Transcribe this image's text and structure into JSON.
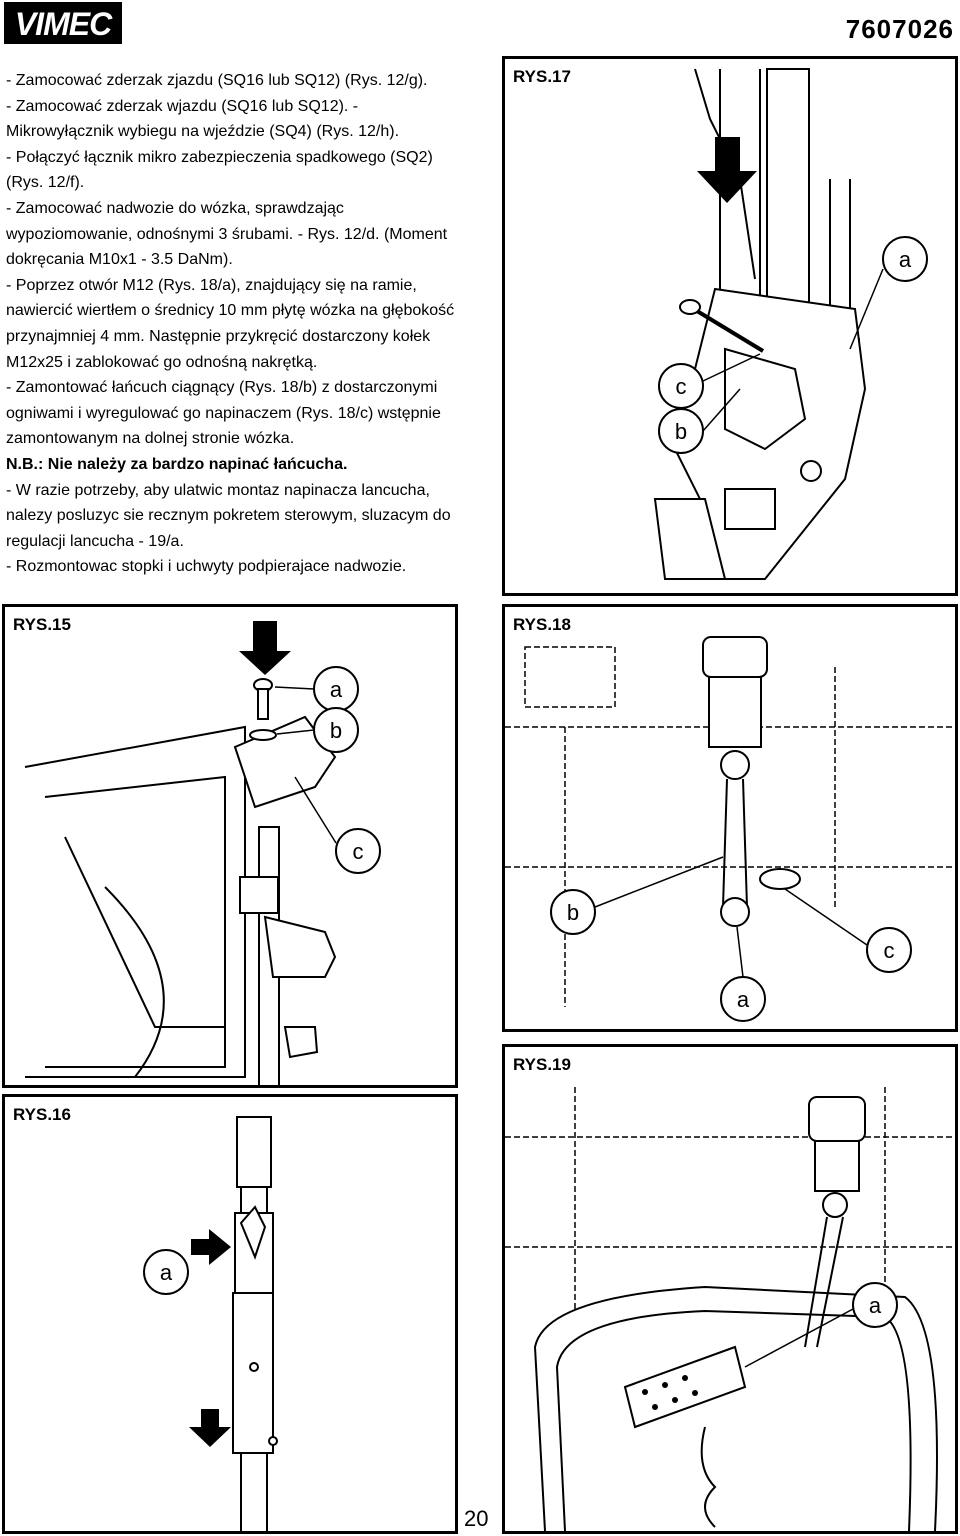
{
  "header": {
    "logo_text": "VIMEC",
    "doc_number": "7607026"
  },
  "instructions": [
    {
      "text": "- Zamocować zderzak zjazdu (SQ16 lub SQ12) (Rys. 12/g).",
      "bold": false
    },
    {
      "text": "- Zamocować zderzak wjazdu (SQ16 lub SQ12). - Mikrowyłącznik wybiegu na wjeździe (SQ4) (Rys. 12/h).",
      "bold": false
    },
    {
      "text": "- Połączyć łącznik mikro zabezpieczenia spadkowego (SQ2) (Rys. 12/f).",
      "bold": false
    },
    {
      "text": "- Zamocować nadwozie do wózka, sprawdzając wypoziomowanie, odnośnymi 3 śrubami. - Rys. 12/d. (Moment dokręcania M10x1 - 3.5 DaNm).",
      "bold": false
    },
    {
      "text": "- Poprzez otwór M12 (Rys. 18/a), znajdujący się na ramie, nawiercić wiertłem o średnicy 10 mm płytę wózka na głębokość przynajmniej 4 mm. Następnie przykręcić dostarczony kołek M12x25 i zablokować go odnośną nakrętką.",
      "bold": false
    },
    {
      "text": "- Zamontować łańcuch ciągnący (Rys. 18/b) z dostarczonymi ogniwami i wyregulować go napinaczem (Rys. 18/c) wstępnie zamontowanym na dolnej stronie wózka.",
      "bold": false
    },
    {
      "text": "N.B.: Nie należy za bardzo napinać łańcucha.",
      "bold": true
    },
    {
      "text": "- W razie potrzeby, aby ulatwic montaz napinacza lancucha, nalezy posluzyc sie recznym pokretem sterowym, sluzacym do regulacji lancucha - 19/a.",
      "bold": false
    },
    {
      "text": "- Rozmontowac stopki i uchwyty podpierajace nadwozie.",
      "bold": false
    }
  ],
  "figures": {
    "rys17": {
      "label": "RYS.17",
      "callouts": [
        "a",
        "c",
        "b"
      ]
    },
    "rys15": {
      "label": "RYS.15",
      "callouts": [
        "a",
        "b",
        "c"
      ]
    },
    "rys18": {
      "label": "RYS.18",
      "callouts": [
        "b",
        "c",
        "a"
      ]
    },
    "rys16": {
      "label": "RYS.16",
      "callouts": [
        "a"
      ]
    },
    "rys19": {
      "label": "RYS.19",
      "callouts": [
        "a"
      ]
    }
  },
  "footer": {
    "page_number": "20"
  }
}
